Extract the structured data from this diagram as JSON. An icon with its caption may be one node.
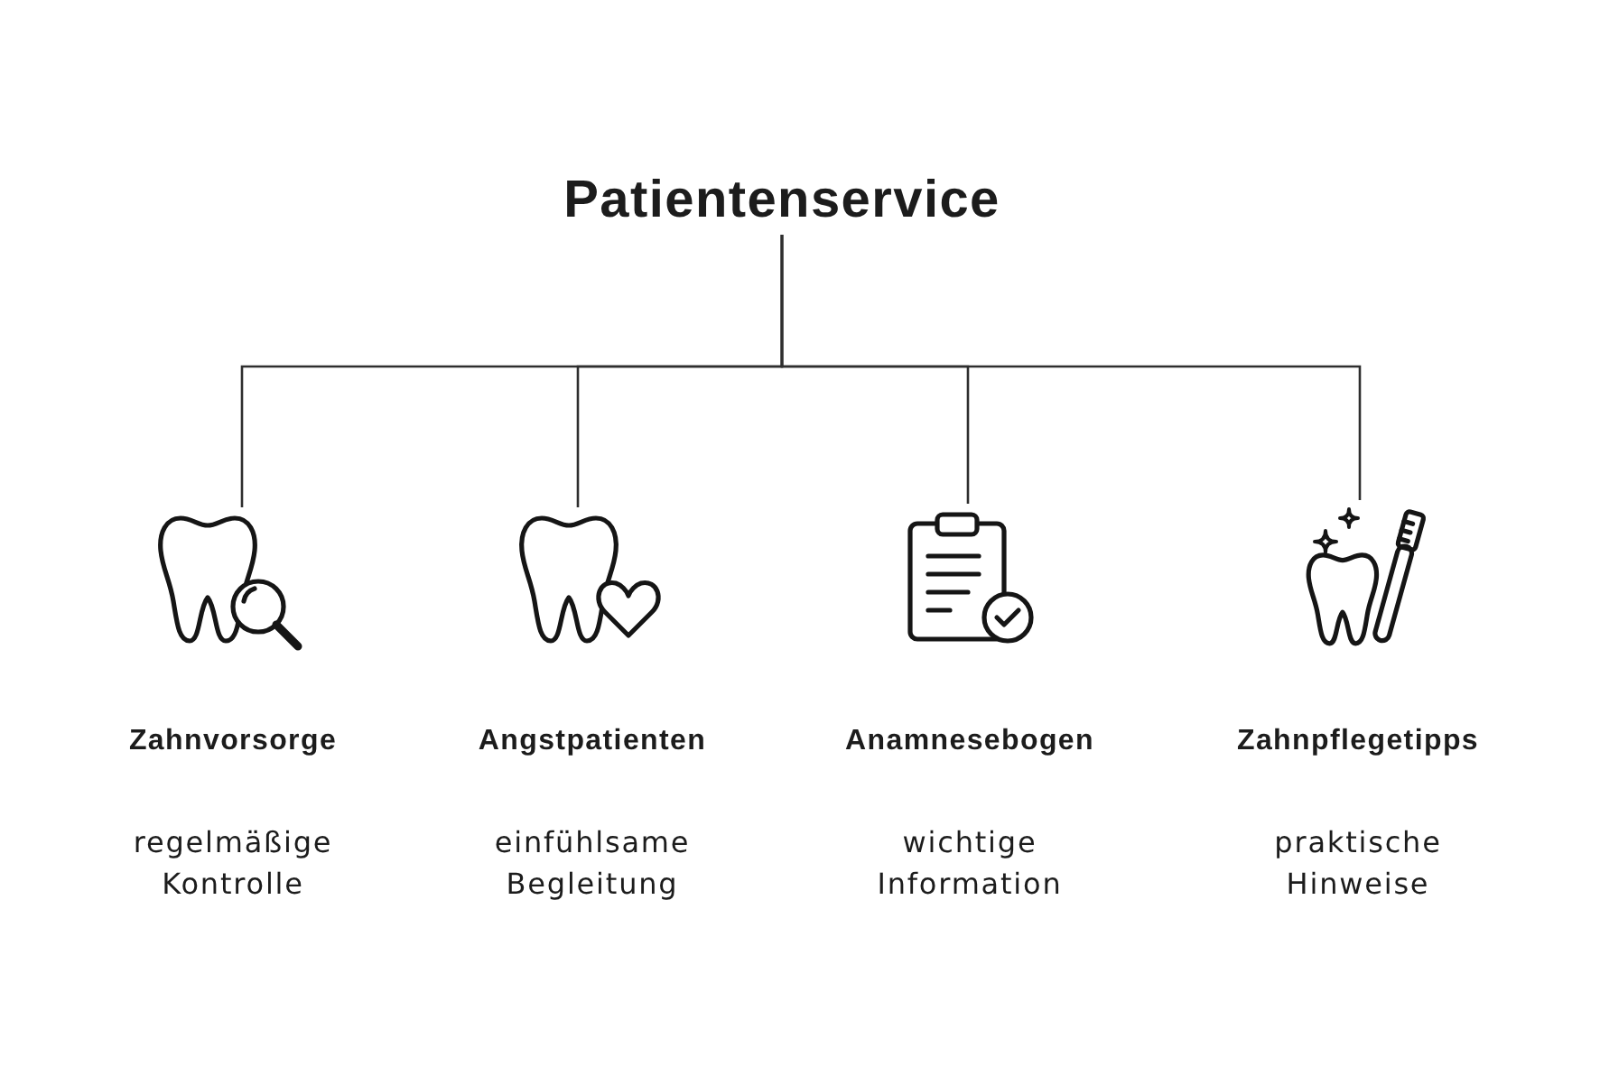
{
  "diagram": {
    "nodes": [
      {
        "text": [
          "Patientenservice"
        ]
      },
      {
        "text": [],
        "shape": "picture",
        "beside": [
          "Zahnvorsorge",
          "regelmäßige Kontrolle"
        ]
      },
      {
        "text": [],
        "shape": "picture",
        "beside": [
          "Angstpatienten",
          "einfühlsame Begleitung"
        ]
      },
      {
        "text": [],
        "shape": "picture",
        "beside": [
          "Anamnesebogen",
          "wichtige Information"
        ]
      },
      {
        "text": [],
        "shape": "picture",
        "beside": [
          "Zahnpflegetipps",
          "praktische Hinweise"
        ]
      }
    ],
    "edges": [
      {
        "from": 0,
        "to": 1,
        "arrow": "none"
      },
      {
        "from": 0,
        "to": 2,
        "arrow": "none"
      },
      {
        "from": 0,
        "to": 3,
        "arrow": "none"
      },
      {
        "from": 0,
        "to": 4,
        "arrow": "none"
      }
    ]
  }
}
